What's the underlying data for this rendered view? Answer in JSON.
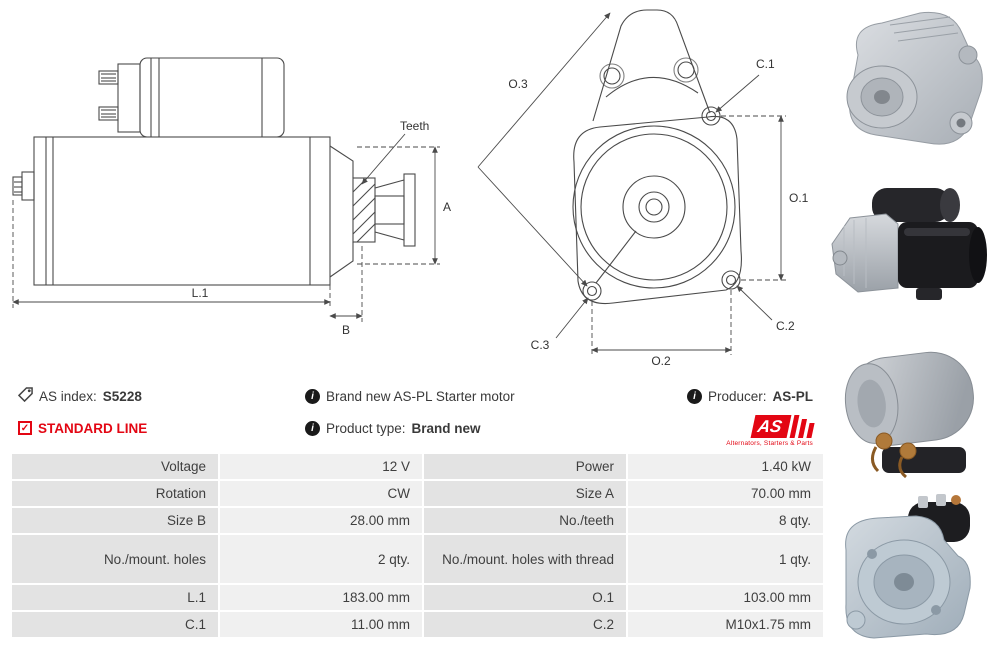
{
  "info": {
    "as_index": {
      "label": "AS index:",
      "value": "S5228"
    },
    "standard_line": "STANDARD LINE",
    "description": "Brand new AS-PL Starter motor",
    "product_type": {
      "label": "Product type:",
      "value": "Brand new"
    },
    "producer": {
      "label": "Producer:",
      "value": "AS-PL"
    }
  },
  "brand": {
    "name": "AS",
    "tagline": "Alternators, Starters & Parts",
    "accent_color": "#e30613"
  },
  "icons": {
    "info_glyph": "i",
    "check_glyph": "✓"
  },
  "diagrams": {
    "side_view": {
      "teeth": "Teeth",
      "dim_a": "A",
      "dim_b": "B",
      "dim_l1": "L.1"
    },
    "front_view": {
      "dim_o1": "O.1",
      "dim_o2": "O.2",
      "dim_o3": "O.3",
      "dim_c1": "C.1",
      "dim_c2": "C.2",
      "dim_c3": "C.3"
    }
  },
  "photos": [
    "starter-front-angled-photo",
    "starter-side-photo",
    "solenoid-closeup-photo",
    "starter-rear-angled-photo"
  ],
  "spec_table": {
    "rows": [
      {
        "l1": "Voltage",
        "v1": "12 V",
        "l2": "Power",
        "v2": "1.40 kW"
      },
      {
        "l1": "Rotation",
        "v1": "CW",
        "l2": "Size A",
        "v2": "70.00 mm"
      },
      {
        "l1": "Size B",
        "v1": "28.00 mm",
        "l2": "No./teeth",
        "v2": "8 qty."
      },
      {
        "l1": "No./mount. holes",
        "v1": "2 qty.",
        "l2": "No./mount. holes with thread",
        "v2": "1 qty."
      },
      {
        "l1": "L.1",
        "v1": "183.00 mm",
        "l2": "O.1",
        "v2": "103.00 mm"
      },
      {
        "l1": "C.1",
        "v1": "11.00 mm",
        "l2": "C.2",
        "v2": "M10x1.75 mm"
      }
    ]
  }
}
